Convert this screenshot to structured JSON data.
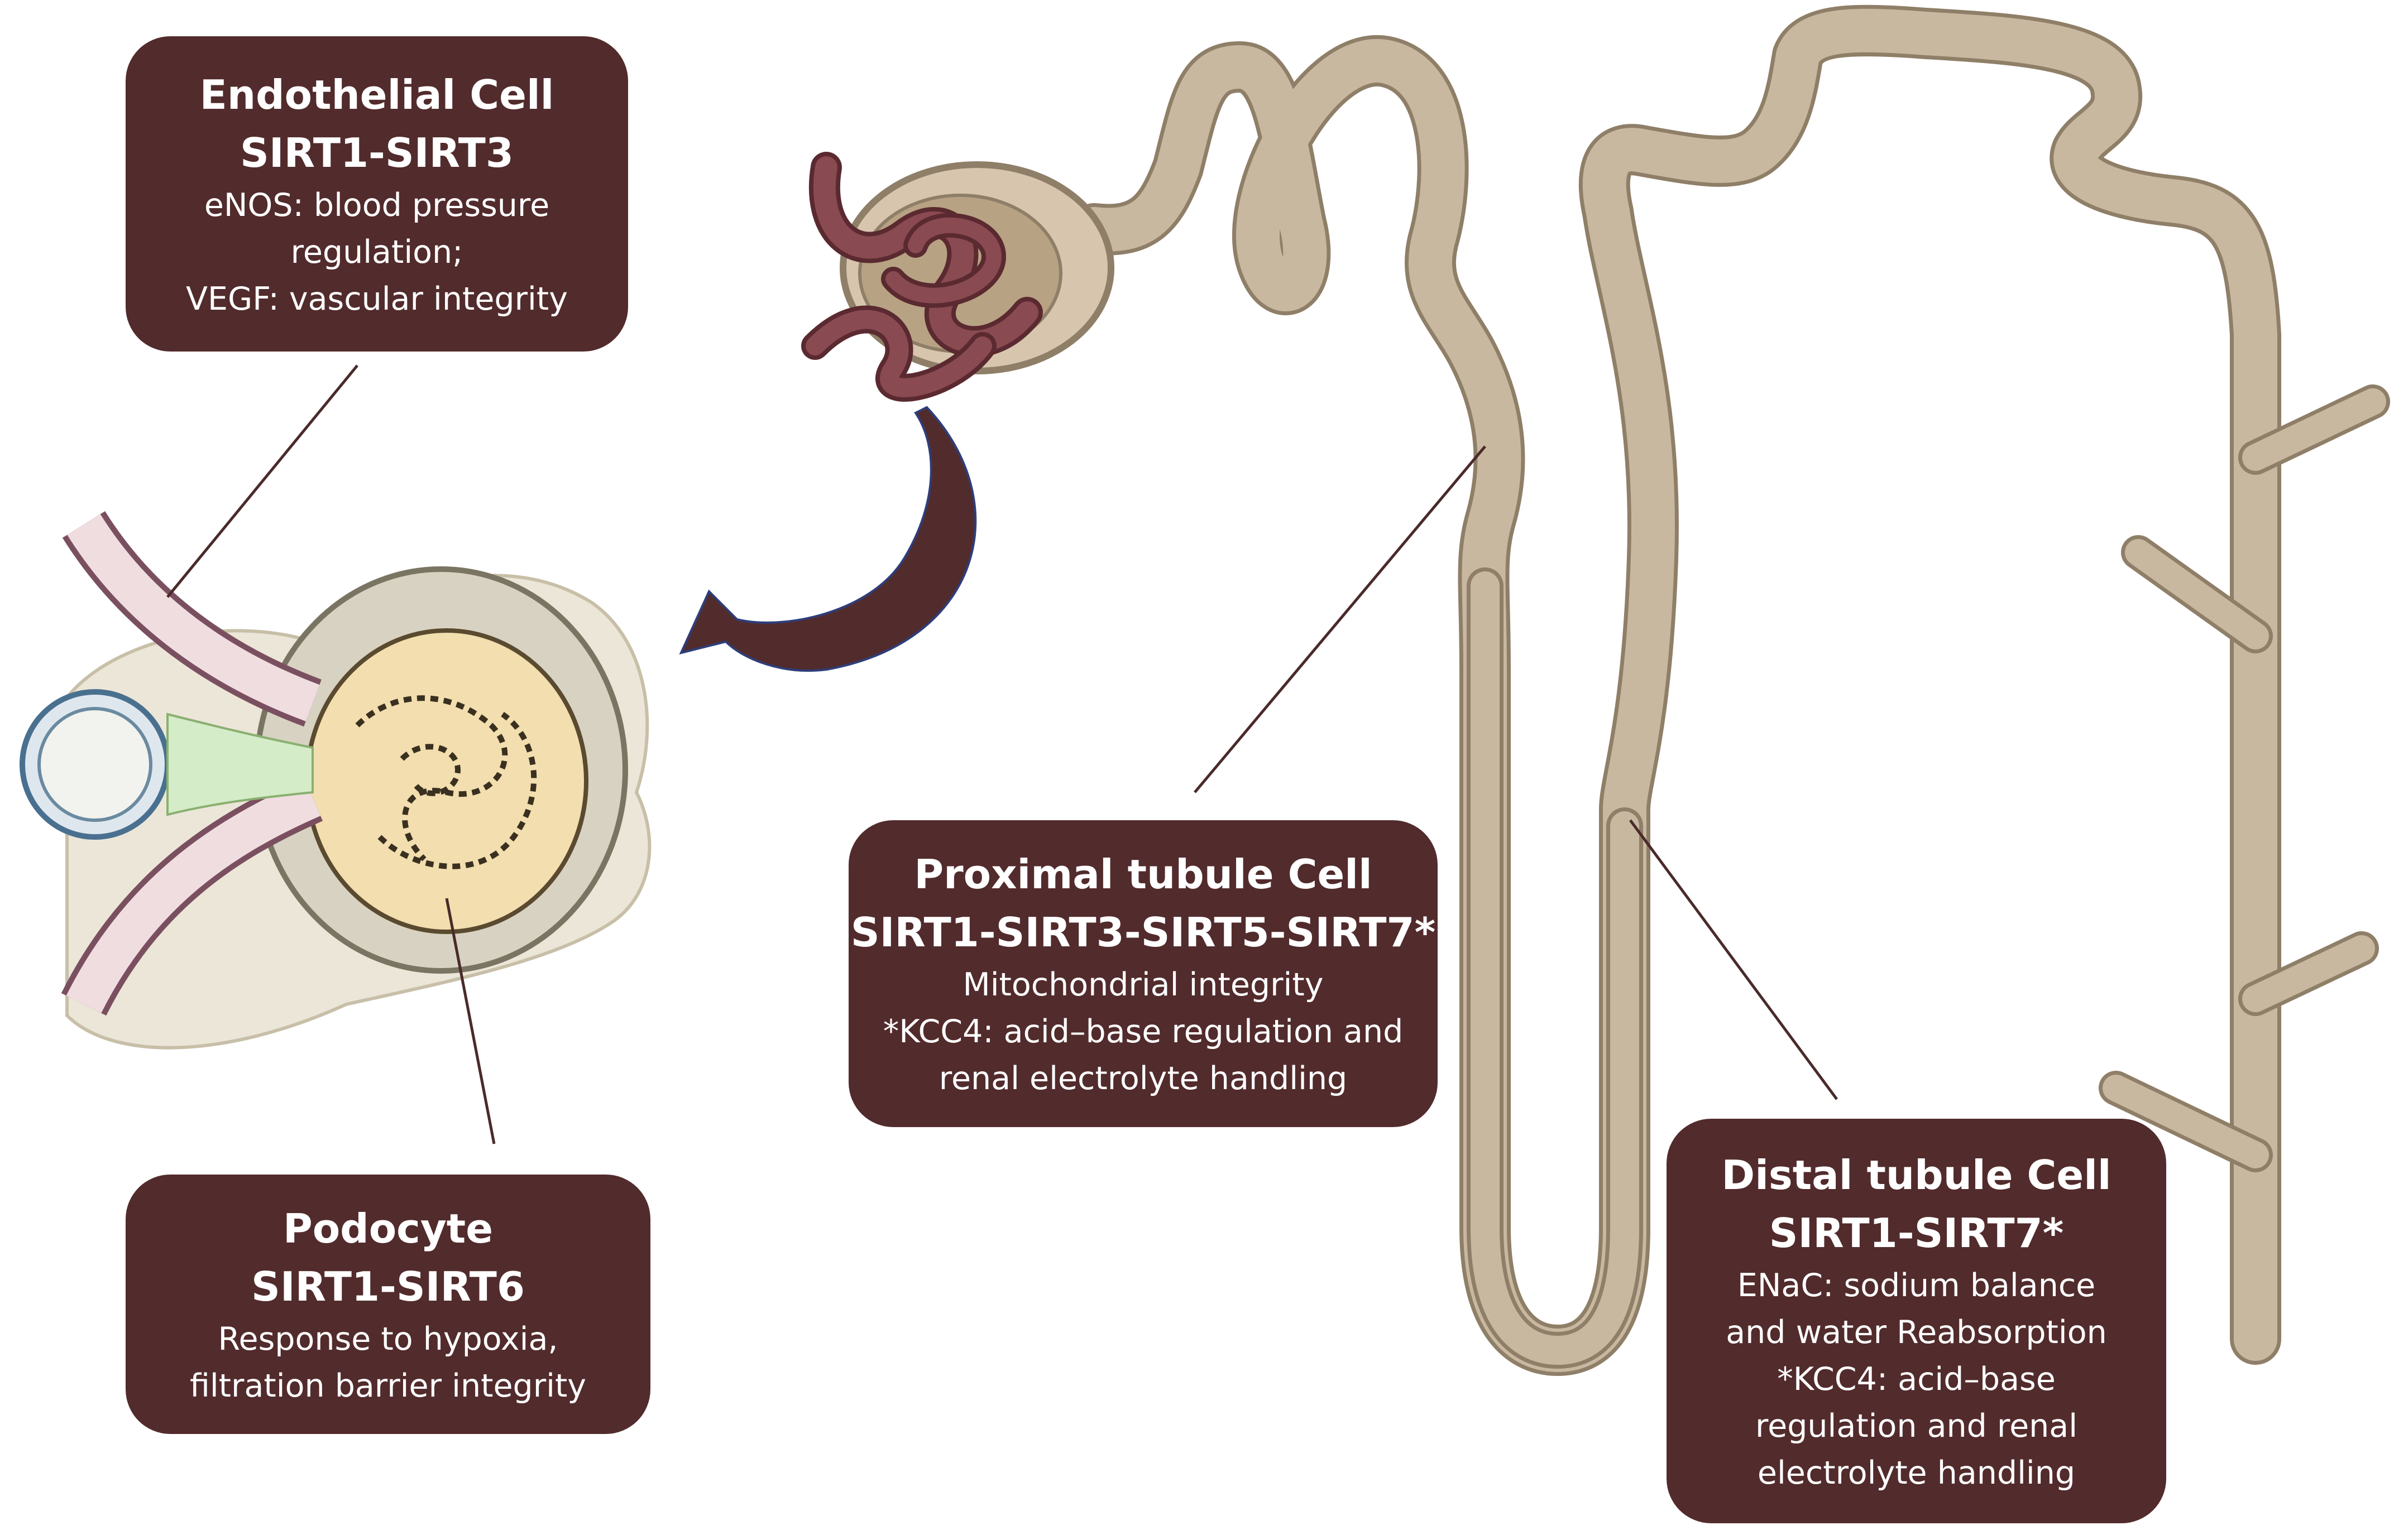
{
  "colors": {
    "box_fill": "#522b2c",
    "box_text": "#ffffff",
    "tubule": "#c9b8a0",
    "tubule_outline": "#8f7f68",
    "capillary": "#7a3e45",
    "arrow": "#522b2c",
    "leader_line": "#4a2a2a"
  },
  "boxes": {
    "endothelial": {
      "title": "Endothelial Cell",
      "sirt": "SIRT1-SIRT3",
      "lines": [
        "eNOS: blood pressure",
        "regulation;",
        "VEGF: vascular integrity"
      ]
    },
    "podocyte": {
      "title": "Podocyte",
      "sirt": "SIRT1-SIRT6",
      "lines": [
        "Response to hypoxia,",
        "filtration barrier integrity"
      ]
    },
    "proximal": {
      "title": "Proximal tubule Cell",
      "sirt": "SIRT1-SIRT3-SIRT5-SIRT7*",
      "lines": [
        "Mitochondrial integrity",
        "*KCC4: acid–base regulation and",
        "renal electrolyte handling"
      ]
    },
    "distal": {
      "title": "Distal tubule Cell",
      "sirt": "SIRT1-SIRT7*",
      "lines": [
        "ENaC: sodium balance",
        "and water Reabsorption",
        "*KCC4: acid–base",
        "regulation and renal",
        "electrolyte handling"
      ]
    }
  }
}
